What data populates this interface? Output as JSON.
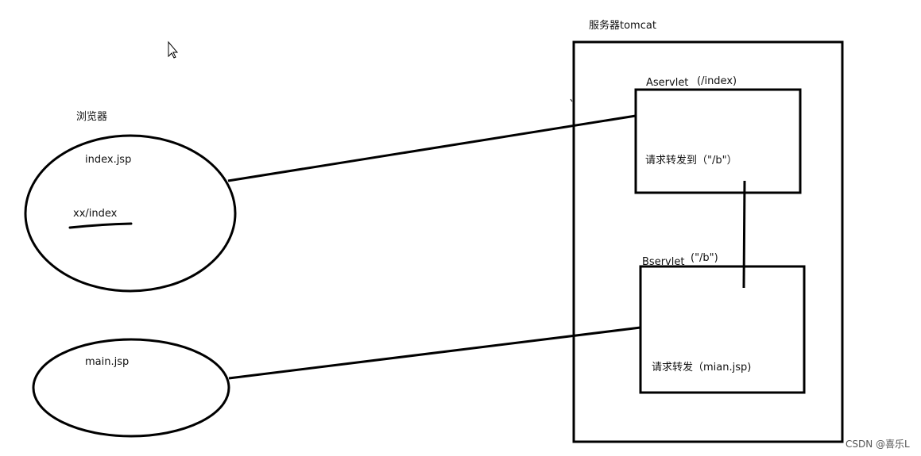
{
  "diagram": {
    "labels": {
      "browser": "浏览器",
      "index_jsp": "index.jsp",
      "xx_index": "xx/index",
      "main_jsp": "main.jsp",
      "server": "服务器tomcat",
      "aservlet": "Aservlet",
      "aservlet_path": "(/index)",
      "forward_to": "请求转发到（\"/b\"）",
      "bservlet": "Bservlet",
      "bservlet_path": "(\"/b\")",
      "forward_main": "请求转发（mian.jsp)"
    },
    "watermark": "CSDN @喜乐L",
    "stroke_color": "#000000"
  }
}
